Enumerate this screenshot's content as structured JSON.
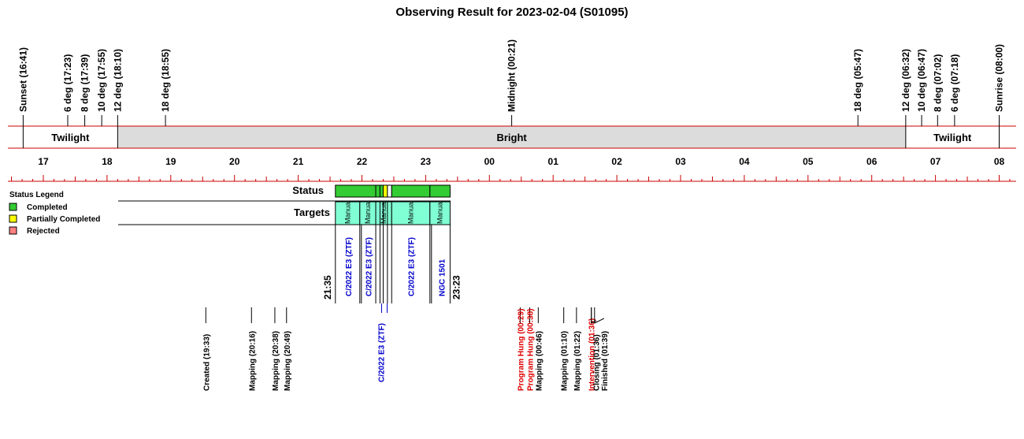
{
  "chart_data": {
    "type": "timeline",
    "title": "Observing Result for 2023-02-04 (S01095)",
    "axis": {
      "start": "16:30",
      "end": "08:05",
      "ticks": [
        "17",
        "18",
        "19",
        "20",
        "21",
        "22",
        "23",
        "00",
        "01",
        "02",
        "03",
        "04",
        "05",
        "06",
        "07",
        "08"
      ]
    },
    "twilight_markers": [
      {
        "label": "Sunset (16:41)",
        "time": "16:41"
      },
      {
        "label": "6 deg (17:23)",
        "time": "17:23"
      },
      {
        "label": "8 deg (17:39)",
        "time": "17:39"
      },
      {
        "label": "10 deg (17:55)",
        "time": "17:55"
      },
      {
        "label": "12 deg (18:10)",
        "time": "18:10"
      },
      {
        "label": "18 deg (18:55)",
        "time": "18:55"
      },
      {
        "label": "Midnight (00:21)",
        "time": "00:21"
      },
      {
        "label": "18 deg (05:47)",
        "time": "05:47"
      },
      {
        "label": "12 deg (06:32)",
        "time": "06:32"
      },
      {
        "label": "10 deg (06:47)",
        "time": "06:47"
      },
      {
        "label": "8 deg (07:02)",
        "time": "07:02"
      },
      {
        "label": "6 deg (07:18)",
        "time": "07:18"
      },
      {
        "label": "Sunrise (08:00)",
        "time": "08:00"
      }
    ],
    "bands": [
      {
        "label": "Twilight",
        "start": "16:41",
        "end": "18:10",
        "shade": false
      },
      {
        "label": "Bright",
        "start": "18:10",
        "end": "06:32",
        "shade": true
      },
      {
        "label": "Twilight",
        "start": "06:32",
        "end": "08:00",
        "shade": false
      }
    ],
    "rows": {
      "status": "Status",
      "targets": "Targets"
    },
    "status_blocks": [
      {
        "start": "21:35",
        "end": "22:13",
        "status": "completed"
      },
      {
        "start": "22:13",
        "end": "22:17",
        "status": "completed"
      },
      {
        "start": "22:17",
        "end": "22:20",
        "status": "completed"
      },
      {
        "start": "22:20",
        "end": "22:24",
        "status": "partial"
      },
      {
        "start": "22:24",
        "end": "22:28",
        "status": "none"
      },
      {
        "start": "22:28",
        "end": "23:04",
        "status": "completed"
      },
      {
        "start": "23:04",
        "end": "23:23",
        "status": "completed"
      }
    ],
    "target_blocks": [
      {
        "start": "21:35",
        "end": "21:58",
        "label": "Manual"
      },
      {
        "start": "21:58",
        "end": "22:13",
        "label": "Manual"
      },
      {
        "start": "22:13",
        "end": "22:28",
        "label": "Manual"
      },
      {
        "start": "22:28",
        "end": "23:04",
        "label": "Manual"
      },
      {
        "start": "23:04",
        "end": "23:23",
        "label": "Manual"
      }
    ],
    "target_names": [
      {
        "label": "C/2022 E3 (ZTF)",
        "time": "21:47"
      },
      {
        "label": "C/2022 E3 (ZTF)",
        "time": "22:06"
      },
      {
        "label": "C/2022 E3 (ZTF)",
        "time": "22:46"
      },
      {
        "label": "NGC  1501",
        "time": "23:15"
      }
    ],
    "lower_target_name": {
      "label": "C/2022 E3 (ZTF)",
      "time": "22:20"
    },
    "block_times": [
      {
        "label": "21:35",
        "time": "21:35"
      },
      {
        "label": "23:23",
        "time": "23:23"
      }
    ],
    "events": [
      {
        "label": "Created (19:33)",
        "time": "19:33",
        "color": "black"
      },
      {
        "label": "Mapping (20:16)",
        "time": "20:16",
        "color": "black"
      },
      {
        "label": "Mapping (20:38)",
        "time": "20:38",
        "color": "black"
      },
      {
        "label": "Mapping (20:49)",
        "time": "20:49",
        "color": "black"
      },
      {
        "label": "Program Hung (00:29)",
        "time": "00:29",
        "color": "red"
      },
      {
        "label": "Program Hung (00:38)",
        "time": "00:38",
        "color": "red"
      },
      {
        "label": "Mapping (00:46)",
        "time": "00:46",
        "color": "black"
      },
      {
        "label": "Mapping (01:10)",
        "time": "01:10",
        "color": "black"
      },
      {
        "label": "Mapping (01:22)",
        "time": "01:22",
        "color": "black"
      },
      {
        "label": "Intervention (01:36)",
        "time": "01:36",
        "color": "red"
      },
      {
        "label": "Closing (01:36)",
        "time": "01:36",
        "color": "black"
      },
      {
        "label": "Finished (01:39)",
        "time": "01:39",
        "color": "black"
      }
    ],
    "legend": {
      "title": "Status Legend",
      "items": [
        {
          "label": "Completed",
          "color": "#33cc33"
        },
        {
          "label": "Partially Completed",
          "color": "#ffff00"
        },
        {
          "label": "Rejected",
          "color": "#ff8080"
        }
      ]
    },
    "colors": {
      "axis": "#cc0000",
      "bright": "#dcdcdc",
      "targets": "#80ffd4",
      "completed": "#33cc33",
      "partial": "#ffff00",
      "name_text": "#0000cc",
      "event_red": "#dd0000"
    }
  }
}
